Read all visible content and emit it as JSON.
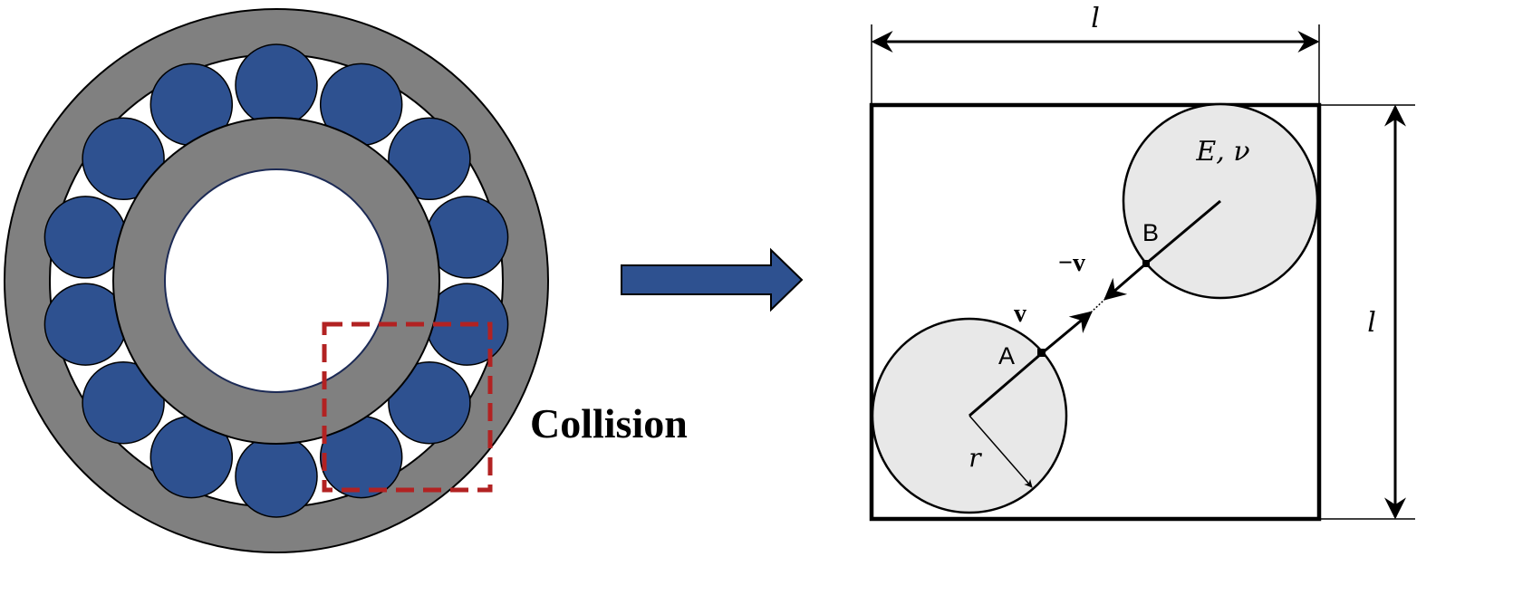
{
  "labels": {
    "collision": "Collision",
    "length_top": "l",
    "length_right": "l",
    "material": "E, ν",
    "point_a": "A",
    "point_b": "B",
    "velocity_a": "v",
    "velocity_b": "−v",
    "radius": "r"
  },
  "colors": {
    "ring": "#808080",
    "ball": "#2e5190",
    "highlight_box": "#b22222",
    "arrow": "#2e5190",
    "particle_fill": "#e8e8e8",
    "stroke": "#000000"
  },
  "bearing": {
    "ball_count": 14
  }
}
